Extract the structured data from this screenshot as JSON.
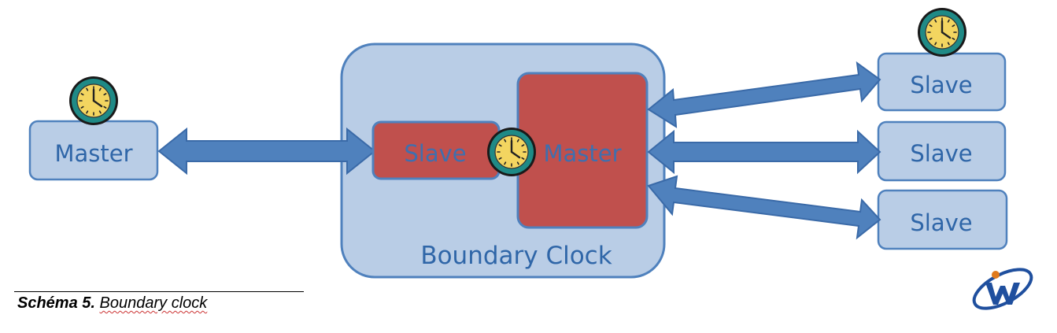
{
  "diagram": {
    "left_master_label": "Master",
    "bc_slave_label": "Slave",
    "bc_master_label": "Master",
    "bc_container_label": "Boundary Clock",
    "right_slaves": [
      "Slave",
      "Slave",
      "Slave"
    ]
  },
  "caption": {
    "number": "Schéma 5.",
    "text": "Boundary clock"
  },
  "colors": {
    "box_fill": "#b9cde6",
    "box_stroke": "#4f81bd",
    "red_fill": "#c0504d",
    "arrow_fill": "#4f81bd",
    "clock_face": "#f3d560",
    "clock_ring": "#1f8a86"
  },
  "icons": [
    "clock-icon",
    "logo-icon"
  ]
}
